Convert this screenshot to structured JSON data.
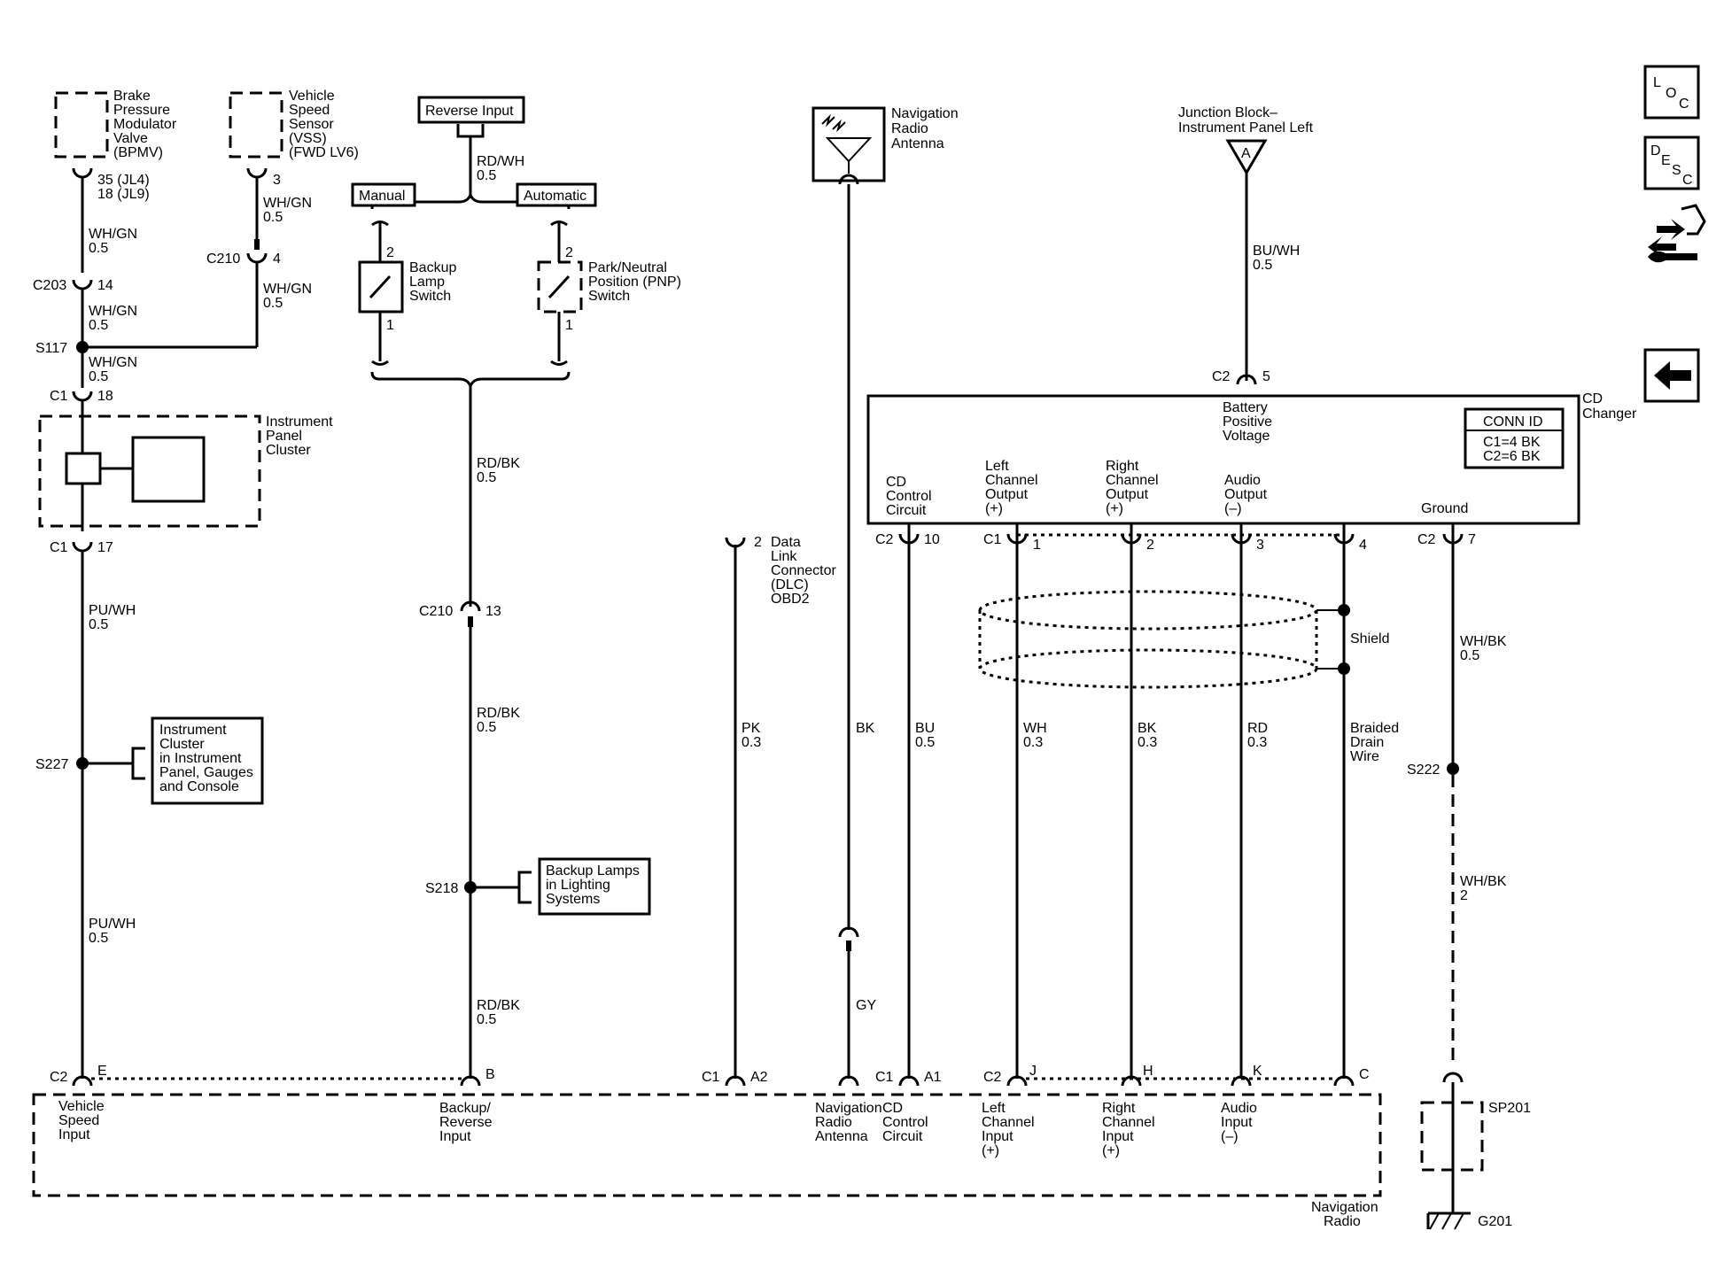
{
  "components": {
    "bpmv": [
      "Brake",
      "Pressure",
      "Modulator",
      "Valve",
      "(BPMV)"
    ],
    "vss": [
      "Vehicle",
      "Speed",
      "Sensor",
      "(VSS)",
      "(FWD LV6)"
    ],
    "reverse_input": "Reverse Input",
    "manual": "Manual",
    "automatic": "Automatic",
    "backup_switch": [
      "Backup",
      "Lamp",
      "Switch"
    ],
    "pnp_switch": [
      "Park/Neutral",
      "Position (PNP)",
      "Switch"
    ],
    "nav_antenna": [
      "Navigation",
      "Radio",
      "Antenna"
    ],
    "junction_block": [
      "Junction Block–",
      "Instrument Panel Left"
    ],
    "junction_pin": "A",
    "instrument_panel_cluster": [
      "Instrument",
      "Panel",
      "Cluster"
    ],
    "ic_ref": [
      "Instrument",
      "Cluster",
      "in Instrument",
      "Panel, Gauges",
      "and Console"
    ],
    "backup_lamps_ref": [
      "Backup Lamps",
      "in Lighting",
      "Systems"
    ],
    "dlc": [
      "Data",
      "Link",
      "Connector",
      "(DLC)",
      "OBD2"
    ],
    "cd_changer_name": [
      "CD",
      "Changer"
    ],
    "battery_positive": [
      "Battery",
      "Positive",
      "Voltage"
    ],
    "conn_id_title": "CONN ID",
    "conn_id_c1": "C1=4 BK",
    "conn_id_c2": "C2=6 BK",
    "cd_pins": {
      "cd_control": [
        "CD",
        "Control",
        "Circuit"
      ],
      "left_out": [
        "Left",
        "Channel",
        "Output",
        "(+)"
      ],
      "right_out": [
        "Right",
        "Channel",
        "Output",
        "(+)"
      ],
      "audio_out": [
        "Audio",
        "Output",
        "(–)"
      ],
      "ground": "Ground"
    },
    "shield": "Shield",
    "drain": [
      "Braided",
      "Drain",
      "Wire"
    ],
    "nav_radio_name": [
      "Navigation",
      "Radio"
    ],
    "radio_pins": {
      "vehicle_speed": [
        "Vehicle",
        "Speed",
        "Input"
      ],
      "backup": [
        "Backup/",
        "Reverse",
        "Input"
      ],
      "nav_antenna": [
        "Navigation",
        "Radio",
        "Antenna"
      ],
      "cd_control": [
        "CD",
        "Control",
        "Circuit"
      ],
      "left_in": [
        "Left",
        "Channel",
        "Input",
        "(+)"
      ],
      "right_in": [
        "Right",
        "Channel",
        "Input",
        "(+)"
      ],
      "audio_in": [
        "Audio",
        "Input",
        "(–)"
      ]
    },
    "sp201": "SP201",
    "g201": "G201"
  },
  "connectors": {
    "bpmv_pin": [
      "35 (JL4)",
      "18 (JL9)"
    ],
    "vss_pin": "3",
    "c203": "C203",
    "c203_pin": "14",
    "c210": "C210",
    "c210_pin": "4",
    "s117": "S117",
    "c1": "C1",
    "c1_pin18": "18",
    "c1_pin17": "17",
    "s227": "S227",
    "c2": "C2",
    "c2_e": "E",
    "c2_b": "B",
    "sw_pin2": "2",
    "sw_pin1": "1",
    "c210_13": "13",
    "s218": "S218",
    "dlc_pin": "2",
    "c1_a2": "A2",
    "c1_a1": "A1",
    "cd_c2_5": "5",
    "cd_c2_10": "10",
    "cd_c1_1": "1",
    "cd_c1_2": "2",
    "cd_c1_3": "3",
    "cd_c1_4": "4",
    "cd_c2_7": "7",
    "radio_j": "J",
    "radio_h": "H",
    "radio_k": "K",
    "radio_c": "C",
    "s222": "S222"
  },
  "wires": {
    "wh_gn": "WH/GN",
    "g05": "0.5",
    "g03": "0.3",
    "pu_wh": "PU/WH",
    "rd_wh": "RD/WH",
    "rd_bk": "RD/BK",
    "pk": "PK",
    "bk": "BK",
    "gy": "GY",
    "bu": "BU",
    "bu_wh": "BU/WH",
    "wh": "WH",
    "rd": "RD",
    "wh_bk": "WH/BK",
    "g2": "2"
  },
  "sidebar": {
    "loc_label": [
      "L",
      "O",
      "C"
    ],
    "desc_label": [
      "D",
      "E",
      "S",
      "C"
    ],
    "icons": [
      "loc-icon",
      "desc-icon",
      "connector-tool-icon",
      "back-arrow-icon"
    ]
  }
}
